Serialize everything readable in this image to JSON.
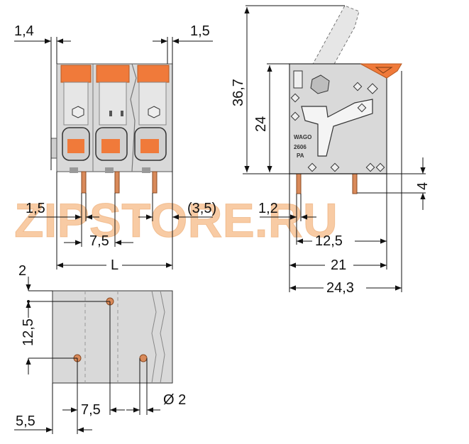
{
  "watermark": {
    "text": "ZIPSTORE.RU",
    "color": "#f2a05a"
  },
  "colors": {
    "housing": "#d9d9d9",
    "housing_dark": "#bdbdbd",
    "lever": "#f07a3a",
    "pin": "#d98a5a",
    "line": "#111111"
  },
  "front_view": {
    "dims": {
      "top_left": "1,4",
      "top_right": "1,5",
      "bottom_left": "1,5",
      "bottom_mid": "(3,5)",
      "pitch": "7,5",
      "length": "L"
    }
  },
  "side_view": {
    "dims": {
      "height_total": "36,7",
      "height_body": "24",
      "pin_len": "4",
      "pin_thk": "1,2",
      "pin_off": "12,5",
      "depth": "21",
      "depth_total": "24,3"
    },
    "logo_text": "WAGO",
    "part_text": "2606",
    "mark_text": "PA"
  },
  "footprint": {
    "dims": {
      "top": "2",
      "row_pitch": "12,5",
      "pitch": "7,5",
      "edge": "5,5",
      "hole": "Ø 2"
    }
  }
}
